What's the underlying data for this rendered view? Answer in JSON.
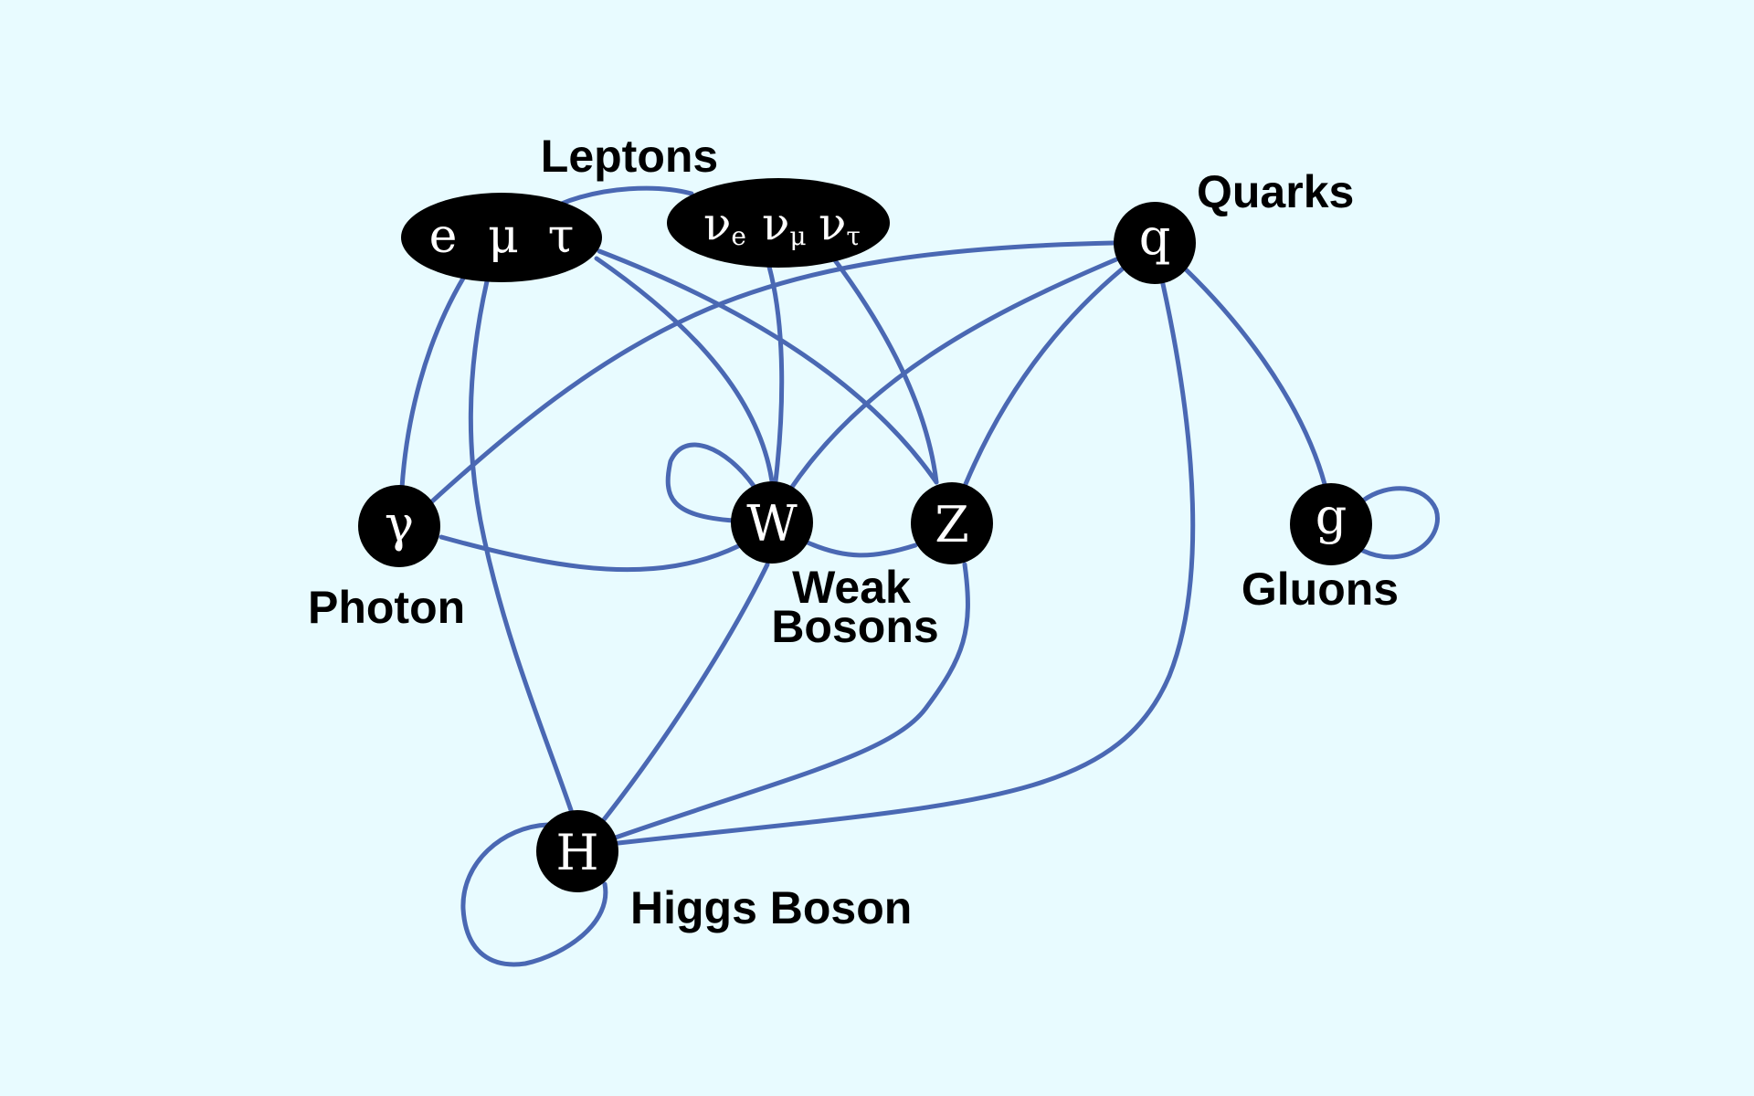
{
  "title": "Standard Model interactions",
  "colors": {
    "background": "#e8fbff",
    "edge": "#4a68b3",
    "node": "#000000",
    "node_text": "#ffffff",
    "label_text": "#000000"
  },
  "nodes": {
    "leptons_charged": {
      "symbols": [
        "e",
        "μ",
        "τ"
      ]
    },
    "neutrinos": {
      "symbols": [
        {
          "base": "ν",
          "sub": "e"
        },
        {
          "base": "ν",
          "sub": "μ"
        },
        {
          "base": "ν",
          "sub": "τ"
        }
      ]
    },
    "quark": {
      "symbol": "q"
    },
    "photon": {
      "symbol": "γ"
    },
    "w_boson": {
      "symbol": "W"
    },
    "z_boson": {
      "symbol": "Z"
    },
    "gluon": {
      "symbol": "g"
    },
    "higgs": {
      "symbol": "H"
    }
  },
  "labels": {
    "leptons": "Leptons",
    "quarks": "Quarks",
    "photon": "Photon",
    "weak_line1": "Weak",
    "weak_line2": "Bosons",
    "gluons": "Gluons",
    "higgs": "Higgs Boson"
  },
  "edges": [
    {
      "from": "leptons_charged",
      "to": "neutrinos"
    },
    {
      "from": "leptons_charged",
      "to": "photon"
    },
    {
      "from": "leptons_charged",
      "to": "higgs"
    },
    {
      "from": "leptons_charged",
      "to": "w_boson"
    },
    {
      "from": "leptons_charged",
      "to": "z_boson"
    },
    {
      "from": "neutrinos",
      "to": "w_boson"
    },
    {
      "from": "neutrinos",
      "to": "z_boson"
    },
    {
      "from": "quark",
      "to": "photon"
    },
    {
      "from": "quark",
      "to": "w_boson"
    },
    {
      "from": "quark",
      "to": "z_boson"
    },
    {
      "from": "quark",
      "to": "gluon"
    },
    {
      "from": "quark",
      "to": "higgs"
    },
    {
      "from": "photon",
      "to": "w_boson"
    },
    {
      "from": "w_boson",
      "to": "z_boson"
    },
    {
      "from": "w_boson",
      "to": "higgs"
    },
    {
      "from": "z_boson",
      "to": "higgs"
    },
    {
      "from": "w_boson",
      "to": "w_boson"
    },
    {
      "from": "gluon",
      "to": "gluon"
    },
    {
      "from": "higgs",
      "to": "higgs"
    }
  ]
}
